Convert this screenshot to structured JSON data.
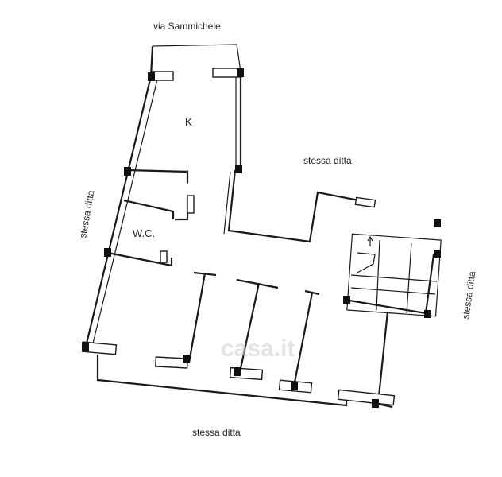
{
  "labels": {
    "street": "via Sammichele",
    "neighbor_right": "stessa ditta",
    "neighbor_left": "stessa ditta",
    "neighbor_bottom": "stessa ditta",
    "neighbor_far_right": "stessa ditta"
  },
  "rooms": {
    "kitchen": "K",
    "wc": "W.C."
  },
  "watermark": "casa.it"
}
